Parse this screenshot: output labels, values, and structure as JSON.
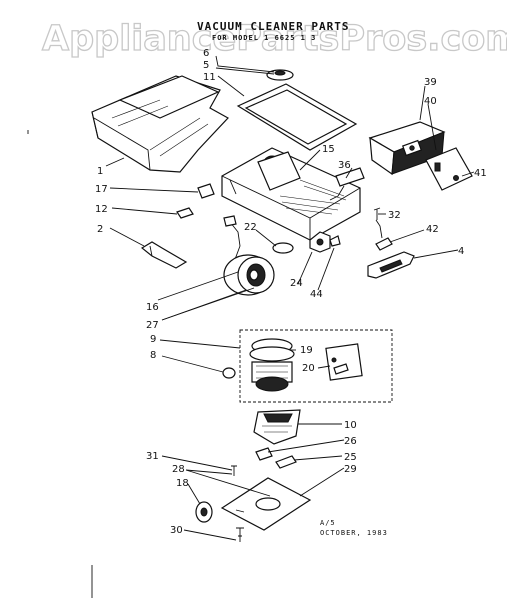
{
  "watermark": "AppliancePartsPros.com",
  "title": "VACUUM CLEANER PARTS",
  "subtitle": "FOR MODEL 1 6625 1 3",
  "footer": {
    "line1": "A/5",
    "line2": "OCTOBER, 1983"
  },
  "labels": {
    "p1": "1",
    "p2": "2",
    "p4": "4",
    "p5": "5",
    "p6": "6",
    "p8": "8",
    "p9": "9",
    "p10": "10",
    "p11": "11",
    "p12": "12",
    "p15": "15",
    "p16": "16",
    "p17": "17",
    "p18": "18",
    "p19": "19",
    "p20": "20",
    "p22": "22",
    "p24": "24",
    "p25": "25",
    "p26": "26",
    "p27": "27",
    "p28": "28",
    "p29": "29",
    "p30": "30",
    "p31": "31",
    "p32": "32",
    "p36": "36",
    "p39": "39",
    "p40": "40",
    "p41": "41",
    "p42": "42",
    "p44": "44"
  }
}
